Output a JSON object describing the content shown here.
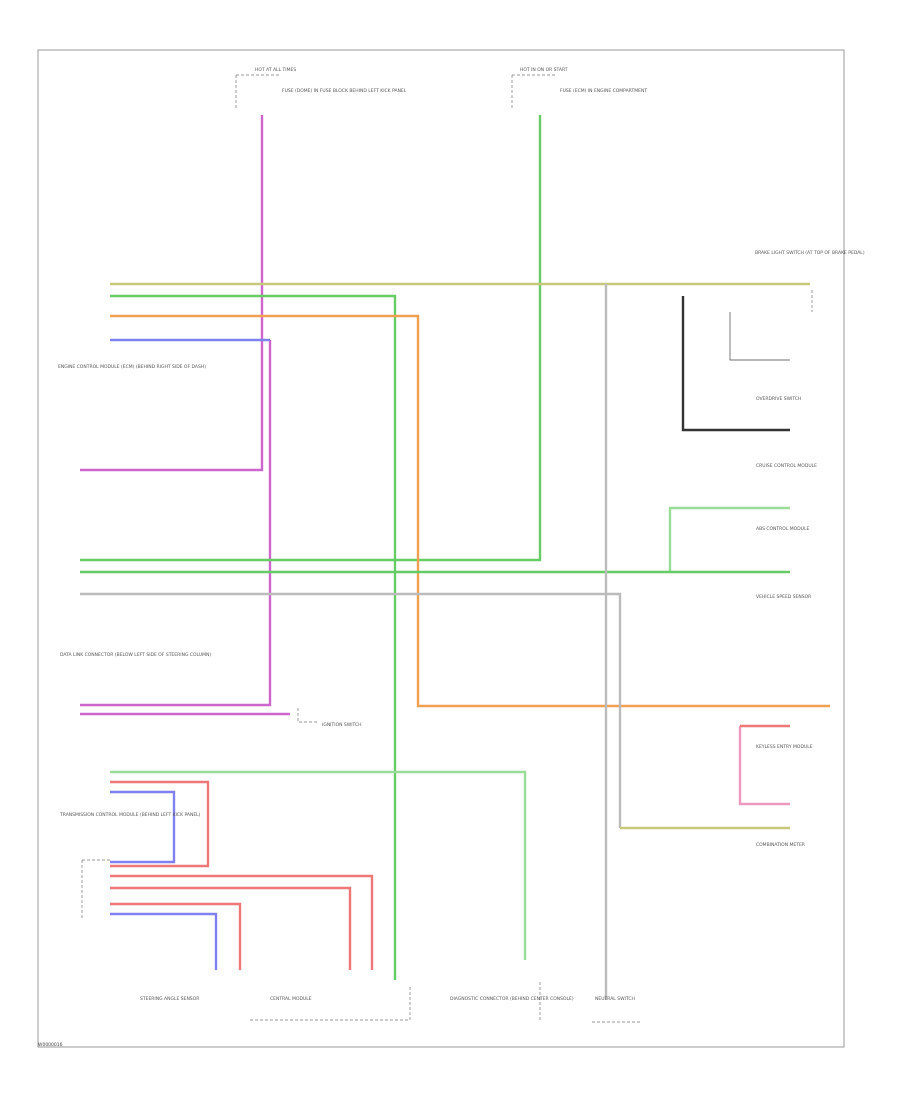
{
  "footer_code": "W0000016",
  "wire_colors": {
    "violet": "#cc66cc",
    "green": "#66cc66",
    "yellow": "#c8c87a",
    "orange": "#f0a050",
    "blue": "#8080ee",
    "light_green": "#99dd99",
    "red": "#ee7777",
    "gray": "#bbbbbb",
    "black": "#333333",
    "pink": "#ee99bb"
  },
  "labels": {
    "top_fuse_left": "HOT AT ALL TIMES",
    "top_fuse_right": "HOT IN ON OR START",
    "fuse_left_desc": "FUSE (DOME) IN FUSE BLOCK BEHIND LEFT KICK PANEL",
    "fuse_right_desc": "FUSE (ECM) IN ENGINE COMPARTMENT",
    "ecm_left": "ENGINE CONTROL MODULE (ECM) (BEHIND RIGHT SIDE OF DASH)",
    "tcm": "TRANSMISSION CONTROL MODULE (BEHIND LEFT KICK PANEL)",
    "dlc": "DATA LINK CONNECTOR (BELOW LEFT SIDE OF STEERING COLUMN)",
    "abs": "ABS CONTROL MODULE",
    "brake_switch": "BRAKE LIGHT SWITCH (AT TOP OF BRAKE PEDAL)",
    "interior_switch": "OVERDRIVE SWITCH",
    "cruise": "CRUISE CONTROL MODULE",
    "speedometer": "VEHICLE SPEED SENSOR",
    "keyless": "KEYLESS ENTRY MODULE",
    "combination_meter": "COMBINATION METER",
    "ignition": "IGNITION SWITCH",
    "bottom_1": "STEERING ANGLE SENSOR",
    "bottom_2": "DIAGNOSTIC CONNECTOR (BEHIND CENTER CONSOLE)",
    "bottom_3": "CENTRAL MODULE",
    "bottom_4": "NEUTRAL SWITCH"
  }
}
